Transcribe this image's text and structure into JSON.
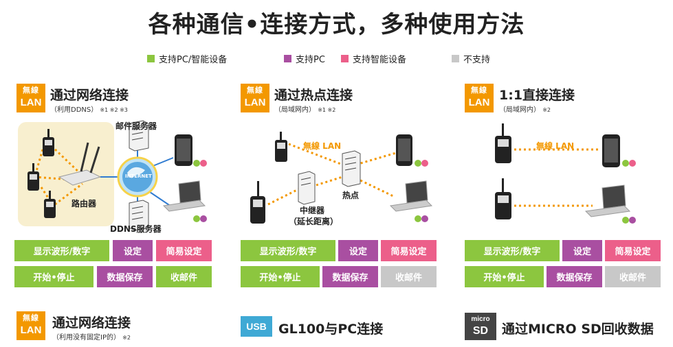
{
  "title": "各种通信•连接方式，多种使用方法",
  "legend": [
    {
      "label": "支持PC/智能设备",
      "color": "#8cc63f"
    },
    {
      "label": "支持PC",
      "color": "#a94fa1"
    },
    {
      "label": "支持智能设备",
      "color": "#ec5f8a"
    },
    {
      "label": "不支持",
      "color": "#c8c8c8"
    }
  ],
  "badge": {
    "line1": "無線",
    "line2": "LAN"
  },
  "sections": [
    {
      "title": "通过网络连接",
      "subtitle": "（利用DDNS）",
      "notes": "※1 ※2 ※3",
      "labels": {
        "mail_server": "邮件服务器",
        "router": "路由器",
        "ddns_server": "DDNS服务器",
        "internet": "INTERNET"
      },
      "buttons": [
        {
          "label": "显示波形/数字",
          "status": "g"
        },
        {
          "label": "设定",
          "status": "p"
        },
        {
          "label": "简易设定",
          "status": "k"
        },
        {
          "label": "开始•停止",
          "status": "g"
        },
        {
          "label": "数据保存",
          "status": "p"
        },
        {
          "label": "收邮件",
          "status": "g"
        }
      ]
    },
    {
      "title": "通过热点连接",
      "subtitle": "（局域网内）",
      "notes": "※1 ※2",
      "labels": {
        "wifi": "無線 LAN",
        "hotspot": "热点",
        "relay": "中继器",
        "relay_sub": "（延长距离）"
      },
      "buttons": [
        {
          "label": "显示波形/数字",
          "status": "g"
        },
        {
          "label": "设定",
          "status": "p"
        },
        {
          "label": "简易设定",
          "status": "k"
        },
        {
          "label": "开始•停止",
          "status": "g"
        },
        {
          "label": "数据保存",
          "status": "p"
        },
        {
          "label": "收邮件",
          "status": "x"
        }
      ]
    },
    {
      "title": "1:1直接连接",
      "subtitle": "（局域网内）",
      "notes": "※2",
      "labels": {
        "wifi": "無線 LAN"
      },
      "buttons": [
        {
          "label": "显示波形/数字",
          "status": "g"
        },
        {
          "label": "设定",
          "status": "p"
        },
        {
          "label": "简易设定",
          "status": "k"
        },
        {
          "label": "开始•停止",
          "status": "g"
        },
        {
          "label": "数据保存",
          "status": "p"
        },
        {
          "label": "收邮件",
          "status": "x"
        }
      ]
    }
  ],
  "bottom": {
    "lan": {
      "title": "通过网络连接",
      "subtitle": "（利用没有固定IP的）",
      "notes": "※2"
    },
    "usb": {
      "badge": "USB",
      "title": "GL100与PC连接"
    },
    "sd": {
      "badge1": "micro",
      "badge2": "SD",
      "title": "通过MICRO SD回收数据"
    }
  }
}
